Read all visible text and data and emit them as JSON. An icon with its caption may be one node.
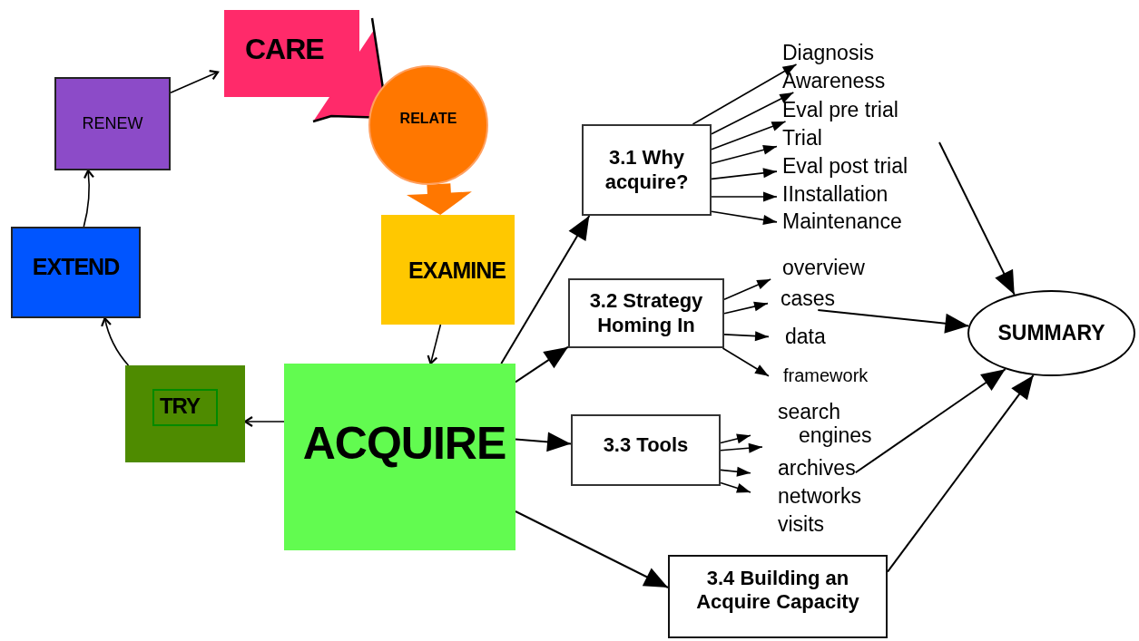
{
  "diagram": {
    "nodes": [
      {
        "text": [
          "CARE"
        ]
      },
      {
        "text": [
          "RELATE"
        ]
      },
      {
        "text": [
          "EXAMINE"
        ]
      },
      {
        "text": [
          "ACQUIRE"
        ]
      },
      {
        "text": [
          "TRY"
        ]
      },
      {
        "text": [
          "EXTEND"
        ]
      },
      {
        "text": [
          "RENEW"
        ]
      },
      {
        "text": [
          "3.1 Why acquire?"
        ]
      },
      {
        "text": [
          "3.2 Strategy Homing In"
        ]
      },
      {
        "text": [
          "3.3 Tools"
        ]
      },
      {
        "text": [
          "3.4 Building an Acquire Capacity"
        ]
      },
      {
        "text": [
          "SUMMARY"
        ]
      },
      {
        "text": [
          "Diagnosis"
        ]
      },
      {
        "text": [
          "Awareness"
        ]
      },
      {
        "text": [
          "Eval pre trial"
        ]
      },
      {
        "text": [
          "Trial"
        ]
      },
      {
        "text": [
          "Eval post trial"
        ]
      },
      {
        "text": [
          "IInstallation"
        ]
      },
      {
        "text": [
          "Maintenance"
        ]
      },
      {
        "text": [
          "overview"
        ]
      },
      {
        "text": [
          "cases"
        ]
      },
      {
        "text": [
          "data"
        ]
      },
      {
        "text": [
          "framework"
        ]
      },
      {
        "text": [
          "search engines"
        ]
      },
      {
        "text": [
          "archives"
        ]
      },
      {
        "text": [
          "networks"
        ]
      },
      {
        "text": [
          "visits"
        ]
      }
    ],
    "edges": [
      {
        "from": 6,
        "to": 0,
        "arrow": "to"
      },
      {
        "from": 1,
        "to": 2,
        "arrow": "to",
        "style": "thick",
        "color": "#ff7700"
      },
      {
        "from": 2,
        "to": 3,
        "arrow": "to"
      },
      {
        "from": 3,
        "to": 4,
        "arrow": "to"
      },
      {
        "from": 4,
        "to": 5,
        "arrow": "to"
      },
      {
        "from": 5,
        "to": 6,
        "arrow": "to"
      },
      {
        "from": 3,
        "to": 7,
        "arrow": "to"
      },
      {
        "from": 3,
        "to": 8,
        "arrow": "to"
      },
      {
        "from": 3,
        "to": 9,
        "arrow": "to"
      },
      {
        "from": 3,
        "to": 10,
        "arrow": "to"
      },
      {
        "from": 7,
        "to": 12,
        "arrow": "to"
      },
      {
        "from": 7,
        "to": 13,
        "arrow": "to"
      },
      {
        "from": 7,
        "to": 14,
        "arrow": "to"
      },
      {
        "from": 7,
        "to": 15,
        "arrow": "to"
      },
      {
        "from": 7,
        "to": 16,
        "arrow": "to"
      },
      {
        "from": 7,
        "to": 17,
        "arrow": "to"
      },
      {
        "from": 7,
        "to": 18,
        "arrow": "to"
      },
      {
        "from": 8,
        "to": 19,
        "arrow": "to"
      },
      {
        "from": 8,
        "to": 20,
        "arrow": "to"
      },
      {
        "from": 8,
        "to": 21,
        "arrow": "to"
      },
      {
        "from": 8,
        "to": 22,
        "arrow": "to"
      },
      {
        "from": 9,
        "to": 23,
        "arrow": "to"
      },
      {
        "from": 9,
        "to": 23,
        "arrow": "to"
      },
      {
        "from": 9,
        "to": 24,
        "arrow": "to"
      },
      {
        "from": 9,
        "to": 25,
        "arrow": "to"
      },
      {
        "from": null,
        "to": 11,
        "arrow": "to"
      },
      {
        "from": 20,
        "to": 11,
        "arrow": "to"
      },
      {
        "from": 24,
        "to": 11,
        "arrow": "to"
      },
      {
        "from": 10,
        "to": 11,
        "arrow": "to"
      }
    ]
  }
}
